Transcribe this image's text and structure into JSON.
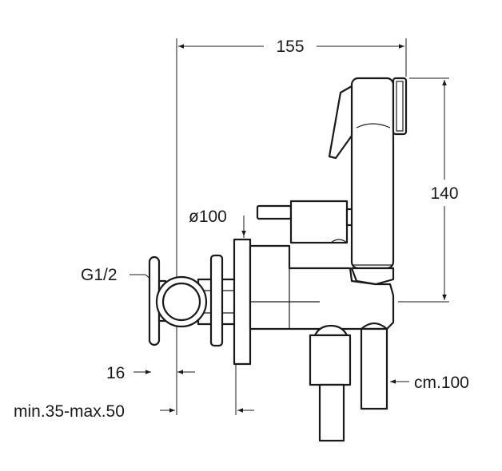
{
  "dimensions": {
    "width_total": "155",
    "height_total": "140",
    "rosette_diameter": "ø100",
    "thread": "G1/2",
    "valve_depth": "16",
    "wall_range": "min.35-max.50",
    "hose_length": "cm.100"
  }
}
